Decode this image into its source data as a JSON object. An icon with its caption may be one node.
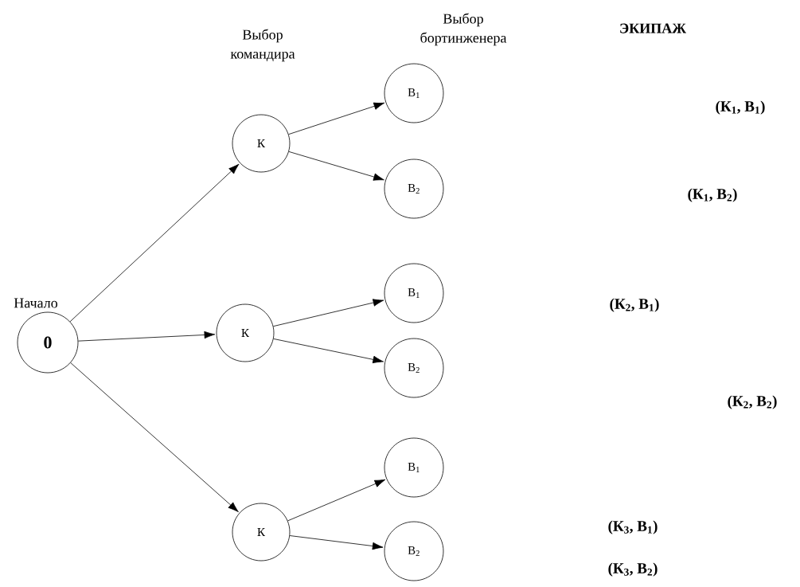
{
  "diagram": {
    "nodes": [
      {
        "text": [
          "**0**"
        ],
        "beside": [
          "Начало"
        ]
      },
      {
        "text": [
          "К"
        ]
      },
      {
        "text": [
          "К"
        ]
      },
      {
        "text": [
          "К"
        ]
      },
      {
        "text": [
          "В$_{1}$"
        ]
      },
      {
        "text": [
          "В$_{2}$"
        ]
      },
      {
        "text": [
          "В$_{1}$"
        ]
      },
      {
        "text": [
          "В$_{2}$"
        ]
      },
      {
        "text": [
          "В$_{1}$"
        ]
      },
      {
        "text": [
          "В$_{2}$"
        ]
      }
    ],
    "edges": [
      {
        "from": 0,
        "to": 1,
        "arrow": "to"
      },
      {
        "from": 0,
        "to": 2,
        "arrow": "to"
      },
      {
        "from": 0,
        "to": 3,
        "arrow": "to"
      },
      {
        "from": 1,
        "to": 4,
        "arrow": "to"
      },
      {
        "from": 1,
        "to": 5,
        "arrow": "to"
      },
      {
        "from": 2,
        "to": 6,
        "arrow": "to"
      },
      {
        "from": 2,
        "to": 7,
        "arrow": "to"
      },
      {
        "from": 3,
        "to": 8,
        "arrow": "to"
      },
      {
        "from": 3,
        "to": 9,
        "arrow": "to"
      }
    ],
    "labels": [
      "Выбор бортинженера",
      "Выбор командира",
      "ЭКИПАЖ",
      "(К$_{1}$, В$_{1}$)",
      "(К$_{1}$, В$_{2}$)",
      "(К$_{2}$, В$_{1}$)",
      "(К$_{2}$, В$_{2}$)",
      "(К$_{3}$, В$_{1}$)",
      "(К$_{3}$, В$_{2}$)"
    ]
  }
}
